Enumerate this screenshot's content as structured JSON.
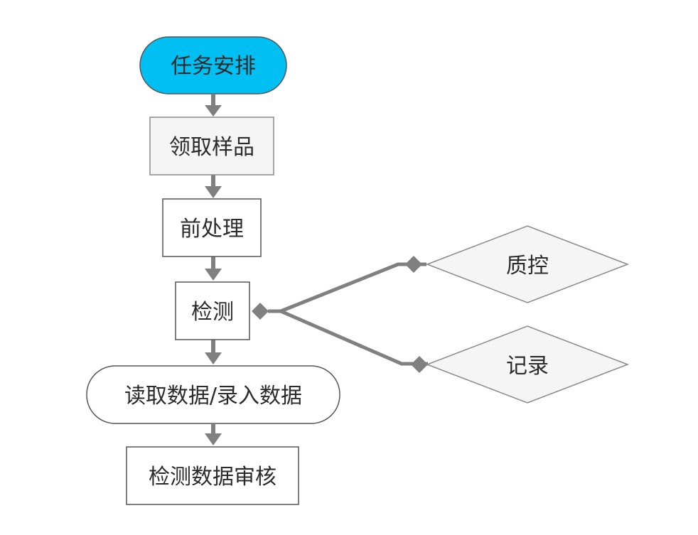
{
  "flowchart": {
    "nodes": {
      "task_arrangement": "任务安排",
      "receive_samples": "领取样品",
      "pretreatment": "前处理",
      "detection": "检测",
      "read_enter_data": "读取数据/录入数据",
      "data_review": "检测数据审核",
      "quality_control": "质控",
      "record": "记录"
    }
  },
  "colors": {
    "start_fill": "#00bff3",
    "box_fill": "#f5f5f5",
    "white_fill": "#ffffff",
    "stroke": "#555555",
    "connector": "#808080"
  }
}
